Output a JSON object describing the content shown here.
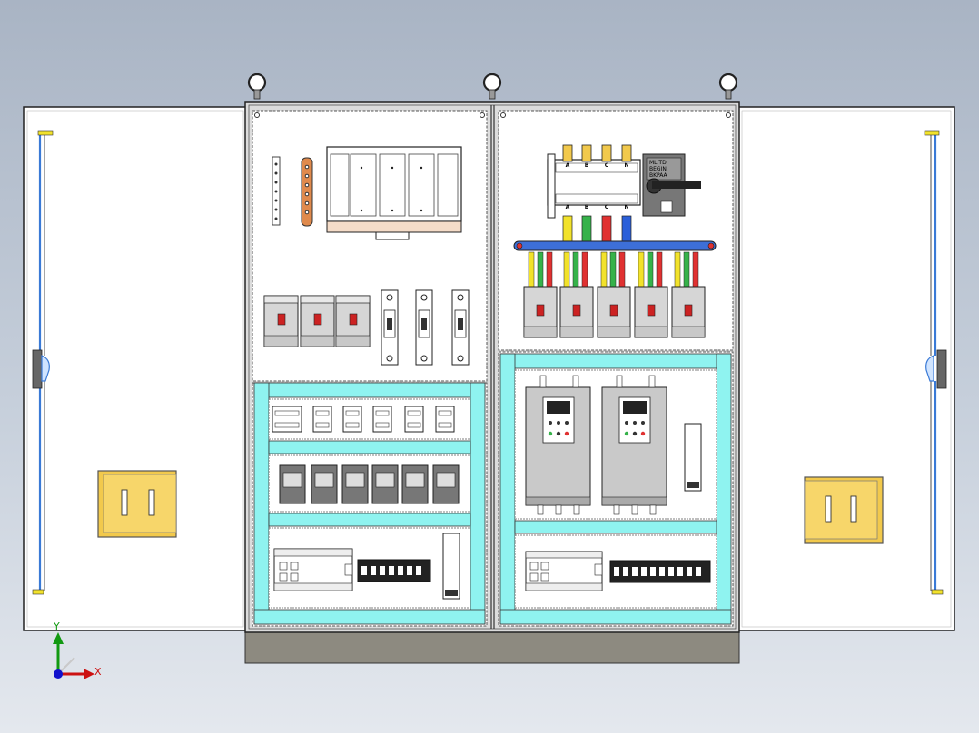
{
  "viewport": {
    "name": "3D CAD model view - electrical distribution cabinet (front, doors open)"
  },
  "colors": {
    "background_top": "#a9b4c4",
    "background_bottom": "#e4e8ee",
    "cabinet_frame": "#d9d9d9",
    "mounting_plate": "#ffffff",
    "cable_duct": "#8ff3f0",
    "door_panel": "#ffffff",
    "door_rod": "#3a7ad6",
    "door_handle": "#f2c94c",
    "busbar_blue": "#3d6fd8",
    "phase_a": "#f2e22b",
    "phase_b": "#36b24a",
    "phase_c": "#e03131",
    "phase_n": "#2b5fd9",
    "breaker_body": "#d6d6d6",
    "vfd_body": "#c9c9c9",
    "axis_x": "#cc1111",
    "axis_y": "#119911",
    "axis_z": "#1111cc"
  },
  "switch": {
    "phase_labels": [
      "A",
      "B",
      "C",
      "N"
    ],
    "nameplate_lines": [
      "ML TD",
      "BEGIN",
      "BKPAA"
    ]
  },
  "axes": {
    "x_label": "X",
    "y_label": "Y"
  }
}
